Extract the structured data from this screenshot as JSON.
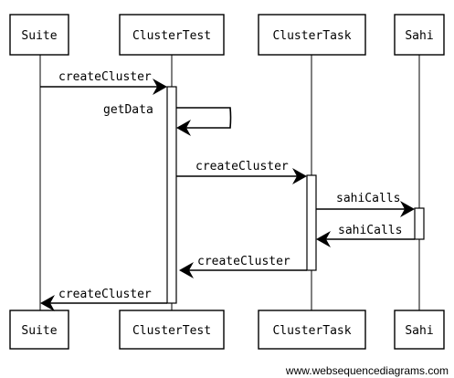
{
  "diagram": {
    "type": "sequence",
    "participants": [
      "Suite",
      "ClusterTest",
      "ClusterTask",
      "Sahi"
    ],
    "messages": [
      {
        "from": "Suite",
        "to": "ClusterTest",
        "label": "createCluster"
      },
      {
        "from": "ClusterTest",
        "to": "ClusterTest",
        "label": "getData"
      },
      {
        "from": "ClusterTest",
        "to": "ClusterTask",
        "label": "createCluster"
      },
      {
        "from": "ClusterTask",
        "to": "Sahi",
        "label": "sahiCalls"
      },
      {
        "from": "Sahi",
        "to": "ClusterTask",
        "label": "sahiCalls"
      },
      {
        "from": "ClusterTask",
        "to": "ClusterTest",
        "label": "createCluster"
      },
      {
        "from": "ClusterTest",
        "to": "Suite",
        "label": "createCluster"
      }
    ]
  },
  "watermark": "www.websequencediagrams.com"
}
